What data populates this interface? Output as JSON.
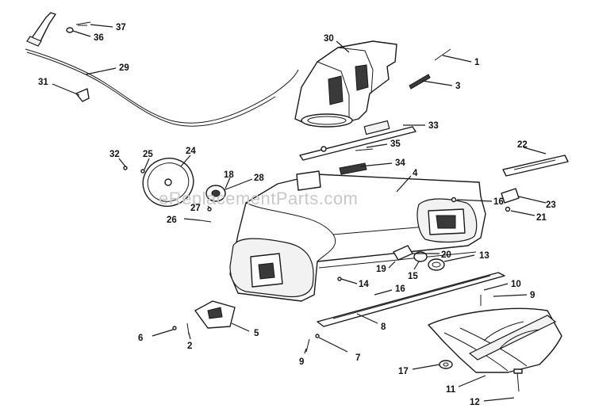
{
  "watermark": "eReplacementParts.com",
  "callouts": [
    {
      "id": "c37",
      "label": "37"
    },
    {
      "id": "c36",
      "label": "36"
    },
    {
      "id": "c30",
      "label": "30"
    },
    {
      "id": "c1",
      "label": "1"
    },
    {
      "id": "c29",
      "label": "29"
    },
    {
      "id": "c31",
      "label": "31"
    },
    {
      "id": "c3",
      "label": "3"
    },
    {
      "id": "c33",
      "label": "33"
    },
    {
      "id": "c35",
      "label": "35"
    },
    {
      "id": "c22",
      "label": "22"
    },
    {
      "id": "c32",
      "label": "32"
    },
    {
      "id": "c25",
      "label": "25"
    },
    {
      "id": "c24",
      "label": "24"
    },
    {
      "id": "c34",
      "label": "34"
    },
    {
      "id": "c18",
      "label": "18"
    },
    {
      "id": "c28",
      "label": "28"
    },
    {
      "id": "c4",
      "label": "4"
    },
    {
      "id": "c16a",
      "label": "16"
    },
    {
      "id": "c23",
      "label": "23"
    },
    {
      "id": "c27",
      "label": "27"
    },
    {
      "id": "c21",
      "label": "21"
    },
    {
      "id": "c26",
      "label": "26"
    },
    {
      "id": "c20",
      "label": "20"
    },
    {
      "id": "c13",
      "label": "13"
    },
    {
      "id": "c19",
      "label": "19"
    },
    {
      "id": "c15",
      "label": "15"
    },
    {
      "id": "c14",
      "label": "14"
    },
    {
      "id": "c10",
      "label": "10"
    },
    {
      "id": "c16b",
      "label": "16"
    },
    {
      "id": "c9a",
      "label": "9"
    },
    {
      "id": "c6",
      "label": "6"
    },
    {
      "id": "c5",
      "label": "5"
    },
    {
      "id": "c8",
      "label": "8"
    },
    {
      "id": "c2",
      "label": "2"
    },
    {
      "id": "c7",
      "label": "7"
    },
    {
      "id": "c9b",
      "label": "9"
    },
    {
      "id": "c17",
      "label": "17"
    },
    {
      "id": "c11",
      "label": "11"
    },
    {
      "id": "c12",
      "label": "12"
    }
  ]
}
